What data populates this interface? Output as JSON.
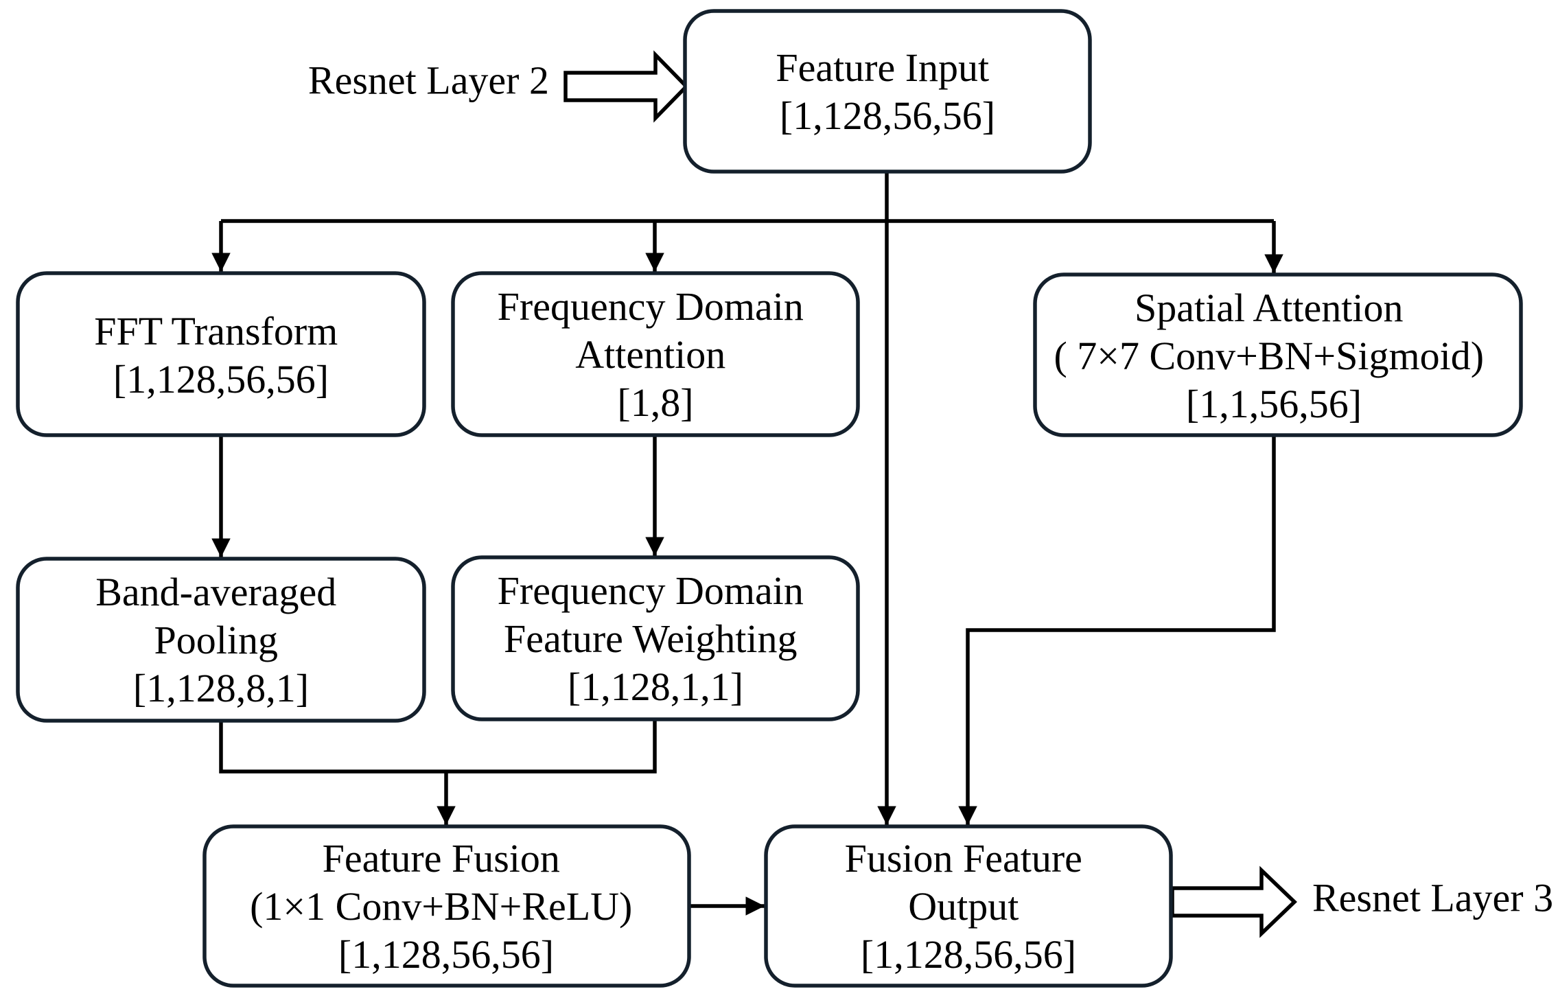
{
  "external": {
    "input_source": "Resnet Layer 2",
    "output_target": "Resnet Layer 3"
  },
  "nodes": {
    "feature_input": {
      "lines": [
        "Feature Input",
        "[1,128,56,56]"
      ]
    },
    "fft_transform": {
      "lines": [
        "FFT Transform",
        "[1,128,56,56]"
      ]
    },
    "freq_attention": {
      "lines": [
        "Frequency Domain",
        "Attention",
        "[1,8]"
      ]
    },
    "spatial_attention": {
      "lines": [
        "Spatial Attention",
        "( 7×7 Conv+BN+Sigmoid)",
        "[1,1,56,56]"
      ]
    },
    "band_pooling": {
      "lines": [
        "Band-averaged",
        "Pooling",
        "[1,128,8,1]"
      ]
    },
    "freq_weighting": {
      "lines": [
        "Frequency Domain",
        "Feature Weighting",
        "[1,128,1,1]"
      ]
    },
    "feature_fusion": {
      "lines": [
        "Feature Fusion",
        "(1×1 Conv+BN+ReLU)",
        "[1,128,56,56]"
      ]
    },
    "fusion_output": {
      "lines": [
        "Fusion Feature",
        "Output",
        "[1,128,56,56]"
      ]
    }
  },
  "edges": [
    {
      "from": "input_source",
      "to": "feature_input",
      "style": "hollow"
    },
    {
      "from": "feature_input",
      "to": "fft_transform"
    },
    {
      "from": "feature_input",
      "to": "freq_attention"
    },
    {
      "from": "feature_input",
      "to": "spatial_attention"
    },
    {
      "from": "feature_input",
      "to": "fusion_output"
    },
    {
      "from": "fft_transform",
      "to": "band_pooling"
    },
    {
      "from": "freq_attention",
      "to": "freq_weighting"
    },
    {
      "from": "band_pooling",
      "to": "feature_fusion"
    },
    {
      "from": "freq_weighting",
      "to": "feature_fusion"
    },
    {
      "from": "spatial_attention",
      "to": "fusion_output"
    },
    {
      "from": "feature_fusion",
      "to": "fusion_output"
    },
    {
      "from": "fusion_output",
      "to": "output_target",
      "style": "hollow"
    }
  ]
}
